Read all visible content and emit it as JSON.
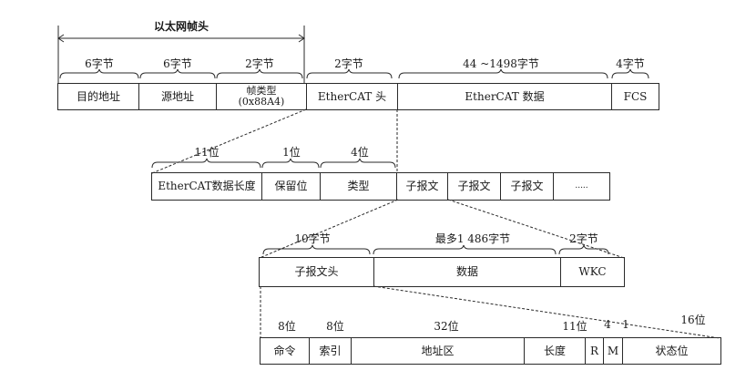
{
  "frame": {
    "header_title": "以太网帧头",
    "sizes": [
      "6字节",
      "6字节",
      "2字节",
      "2字节",
      "44 ~1498字节",
      "4字节"
    ],
    "fields": [
      "目的地址",
      "源地址",
      "帧类型",
      "(0x88A4)",
      "EtherCAT 头",
      "EtherCAT 数据",
      "FCS"
    ]
  },
  "ecat_header": {
    "sizes": [
      "11位",
      "1位",
      "4位"
    ],
    "fields": [
      "EtherCAT数据长度",
      "保留位",
      "类型",
      "子报文",
      "子报文",
      "子报文",
      "....."
    ]
  },
  "datagram": {
    "sizes": [
      "10字节",
      "最多1 486字节",
      "2字节"
    ],
    "fields": [
      "子报文头",
      "数据",
      "WKC"
    ]
  },
  "datagram_header": {
    "sizes": [
      "8位",
      "8位",
      "32位",
      "11位",
      "4",
      "1",
      "16位"
    ],
    "fields": [
      "命令",
      "索引",
      "地址区",
      "长度",
      "R",
      "M",
      "状态位"
    ]
  }
}
